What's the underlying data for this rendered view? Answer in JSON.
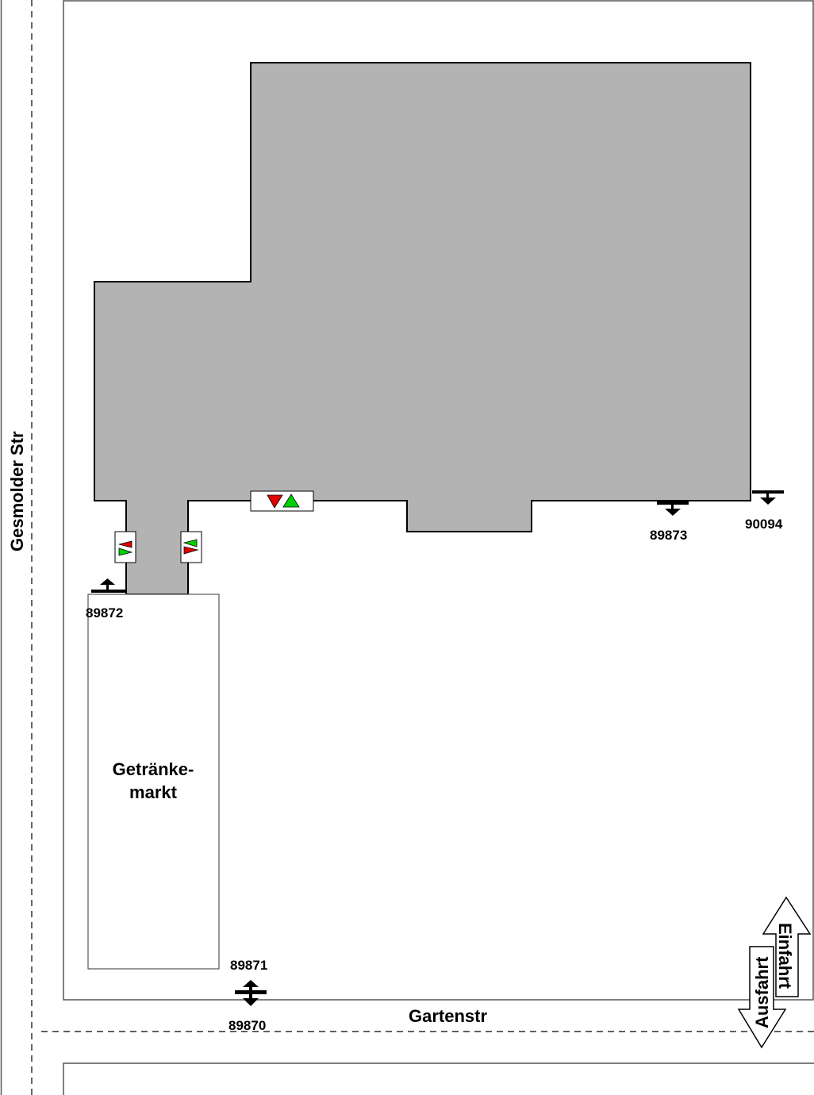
{
  "streets": {
    "left": "Gesmolder Str",
    "bottom": "Gartenstr"
  },
  "building": {
    "fill": "#b3b3b3"
  },
  "annex": {
    "line1": "Getränke-",
    "line2": "markt"
  },
  "markers": [
    {
      "id": "89872",
      "label": "89872",
      "direction": "up"
    },
    {
      "id": "89873",
      "label": "89873",
      "direction": "down"
    },
    {
      "id": "90094",
      "label": "90094",
      "direction": "down"
    },
    {
      "id": "89871",
      "label": "89871",
      "direction": "up"
    },
    {
      "id": "89870",
      "label": "89870",
      "direction": "down"
    }
  ],
  "doors": {
    "red": "#e00000",
    "green": "#00d000"
  },
  "arrows": {
    "in": "Einfahrt",
    "out": "Ausfahrt"
  }
}
